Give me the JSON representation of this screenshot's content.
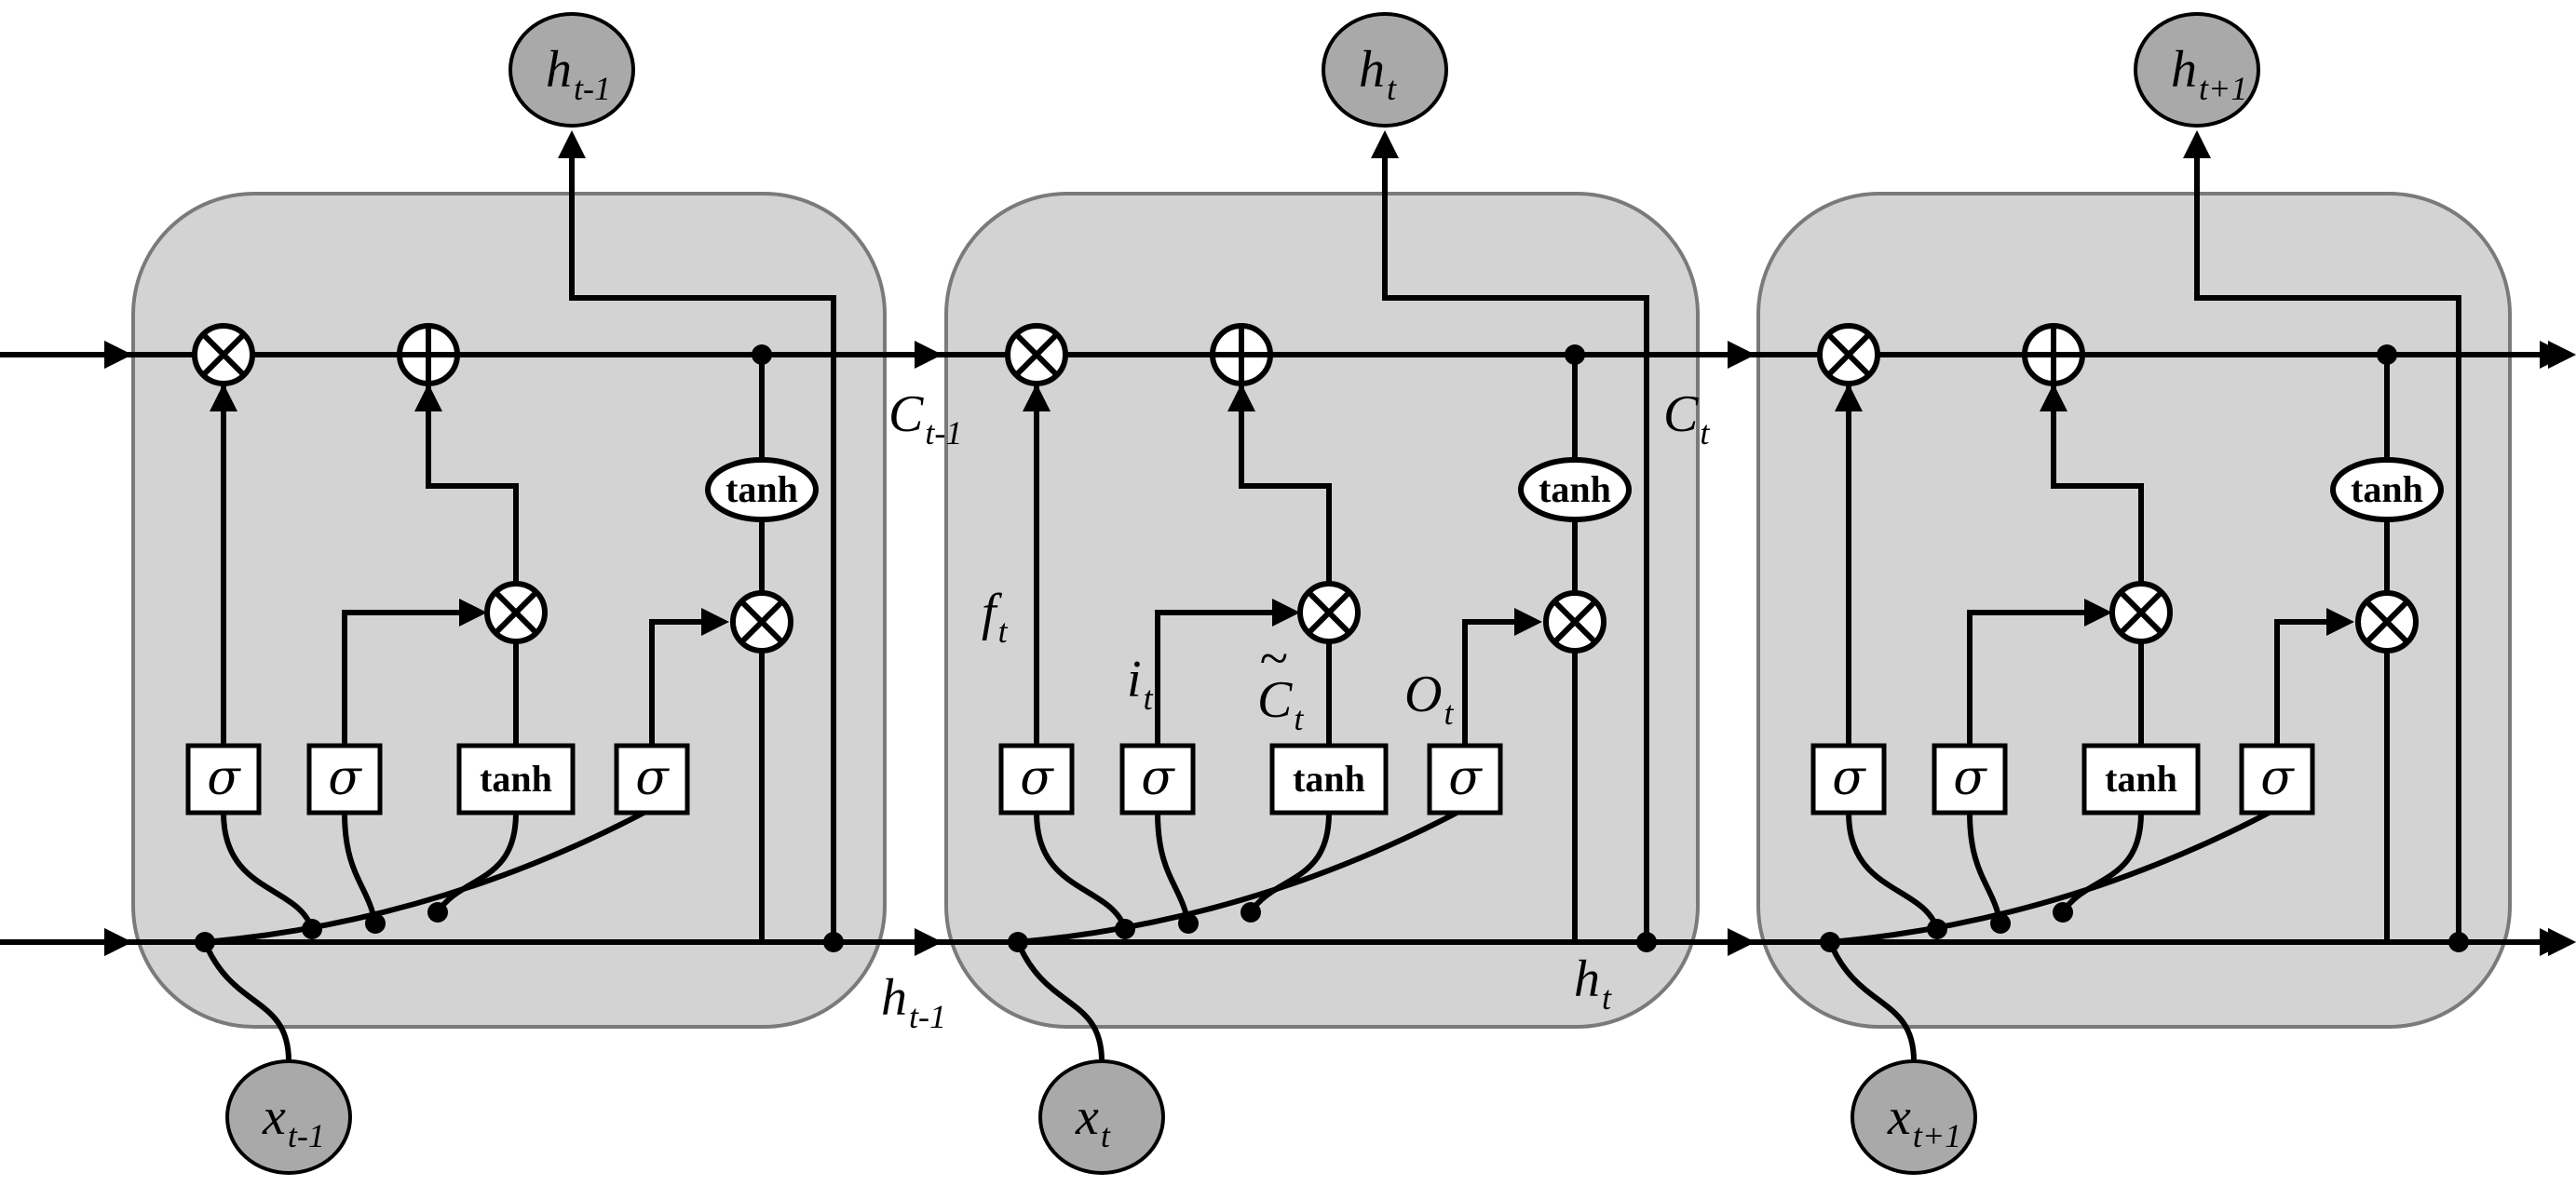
{
  "diagram": {
    "gate_labels": {
      "sigma": "σ",
      "tanh": "tanh"
    },
    "cells": [
      {
        "output": {
          "main": "h",
          "sub": "t-1"
        },
        "input": {
          "main": "x",
          "sub": "t-1"
        },
        "cell_state_out": {
          "main": "C",
          "sub": "t-1"
        },
        "hidden_out": {
          "main": "h",
          "sub": "t-1"
        }
      },
      {
        "output": {
          "main": "h",
          "sub": "t"
        },
        "input": {
          "main": "x",
          "sub": "t"
        },
        "cell_state_out": {
          "main": "C",
          "sub": "t"
        },
        "hidden_out": {
          "main": "h",
          "sub": "t"
        },
        "gate_annotations": {
          "forget": {
            "main": "f",
            "sub": "t"
          },
          "input": {
            "main": "i",
            "sub": "t"
          },
          "candidate": {
            "main": "C",
            "tilde": "~",
            "sub": "t"
          },
          "output": {
            "main": "O",
            "sub": "t"
          }
        }
      },
      {
        "output": {
          "main": "h",
          "sub": "t+1"
        },
        "input": {
          "main": "x",
          "sub": "t+1"
        }
      }
    ]
  }
}
